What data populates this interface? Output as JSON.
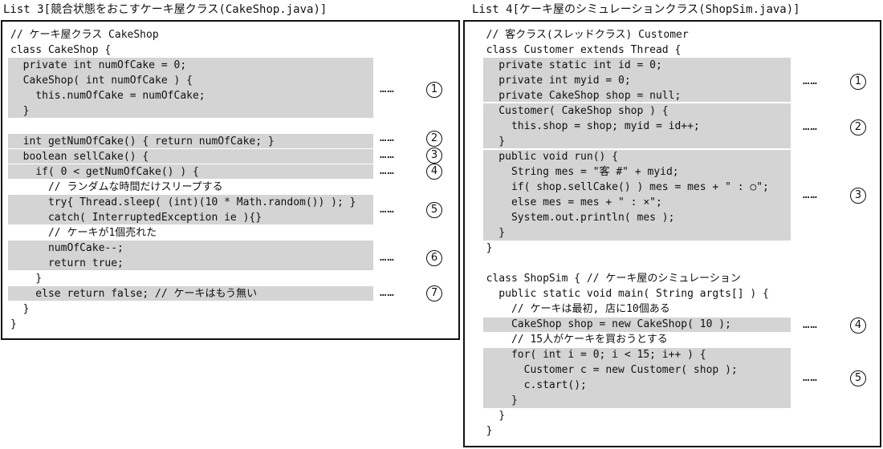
{
  "list3": {
    "caption": "List 3[競合状態をおこすケーキ屋クラス(CakeShop.java)]",
    "lines": [
      "// ケーキ屋クラス CakeShop",
      "class CakeShop {",
      "  private int numOfCake = 0;",
      "  CakeShop( int numOfCake ) {",
      "    this.numOfCake = numOfCake;",
      "  }",
      "",
      "  int getNumOfCake() { return numOfCake; }",
      "  boolean sellCake() {",
      "    if( 0 < getNumOfCake() ) {",
      "      // ランダムな時間だけスリープする",
      "      try{ Thread.sleep( (int)(10 * Math.random()) ); }",
      "      catch( InterruptedException ie ){}",
      "      // ケーキが1個売れた",
      "      numOfCake--;",
      "      return true;",
      "    }",
      "    else return false; // ケーキはもう無い",
      "  }",
      "}"
    ],
    "markers": [
      {
        "dots": "……",
        "label": "1"
      },
      {
        "dots": "……",
        "label": "2"
      },
      {
        "dots": "……",
        "label": "3"
      },
      {
        "dots": "……",
        "label": "4"
      },
      {
        "dots": "……",
        "label": "5"
      },
      {
        "dots": "……",
        "label": "6"
      },
      {
        "dots": "……",
        "label": "7"
      }
    ]
  },
  "list4": {
    "caption": "List 4[ケーキ屋のシミュレーションクラス(ShopSim.java)]",
    "lines": [
      "  // 客クラス(スレッドクラス) Customer",
      "  class Customer extends Thread {",
      "    private static int id = 0;",
      "    private int myid = 0;",
      "    private CakeShop shop = null;",
      "    Customer( CakeShop shop ) {",
      "      this.shop = shop; myid = id++;",
      "    }",
      "    public void run() {",
      "      String mes = \"客 #\" + myid;",
      "      if( shop.sellCake() ) mes = mes + \" : ○\";",
      "      else mes = mes + \" : ×\";",
      "      System.out.println( mes );",
      "    }",
      "  }",
      "",
      "  class ShopSim { // ケーキ屋のシミュレーション",
      "    public static void main( String argts[] ) {",
      "      // ケーキは最初, 店に10個ある",
      "      CakeShop shop = new CakeShop( 10 );",
      "      // 15人がケーキを買おうとする",
      "      for( int i = 0; i < 15; i++ ) {",
      "        Customer c = new Customer( shop );",
      "        c.start();",
      "      }",
      "    }",
      "  }"
    ],
    "markers": [
      {
        "dots": "……",
        "label": "1"
      },
      {
        "dots": "……",
        "label": "2"
      },
      {
        "dots": "……",
        "label": "3"
      },
      {
        "dots": "……",
        "label": "4"
      },
      {
        "dots": "……",
        "label": "5"
      }
    ]
  }
}
